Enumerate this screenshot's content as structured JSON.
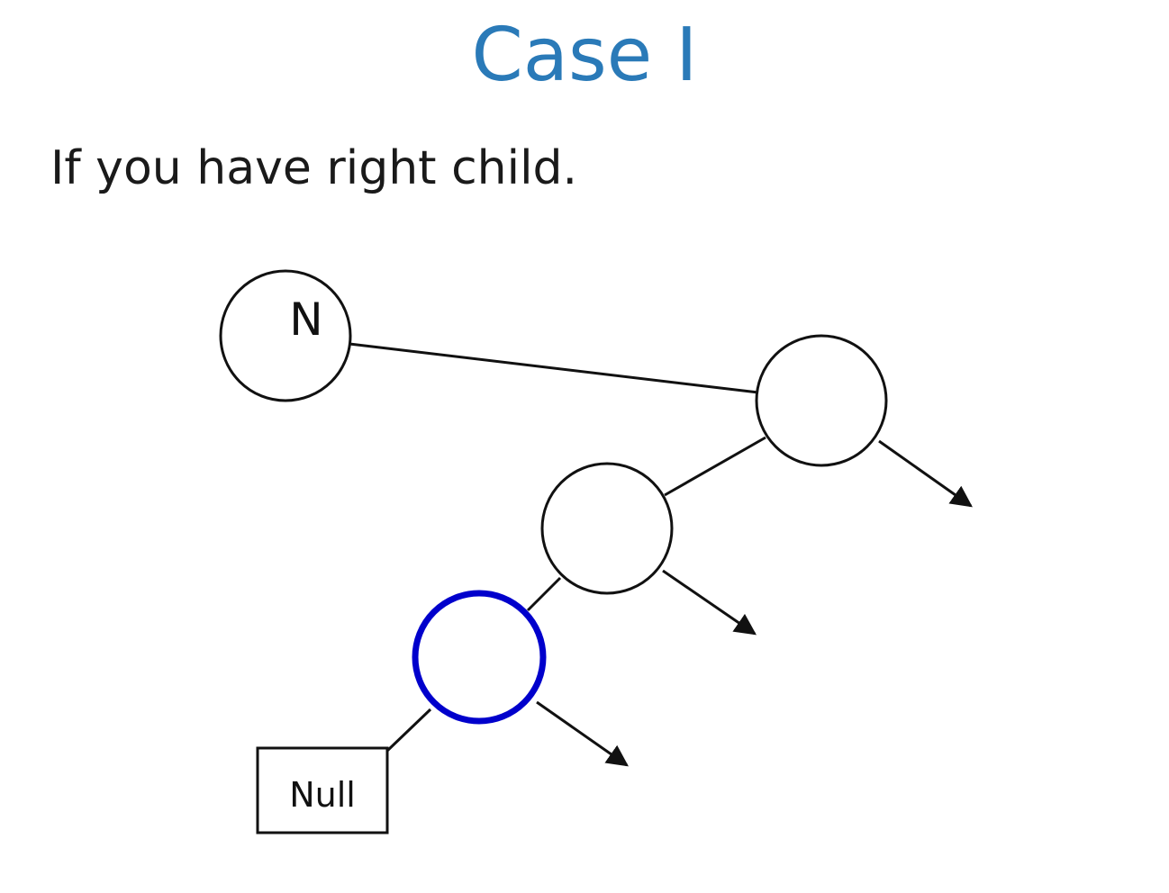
{
  "slide": {
    "title": "Case I",
    "subtitle": "If you have right child."
  },
  "diagram": {
    "start_node_label": "N",
    "null_label": "Null",
    "colors": {
      "title": "#2a7ab8",
      "highlight": "#0000cc",
      "stroke": "#111111"
    }
  }
}
